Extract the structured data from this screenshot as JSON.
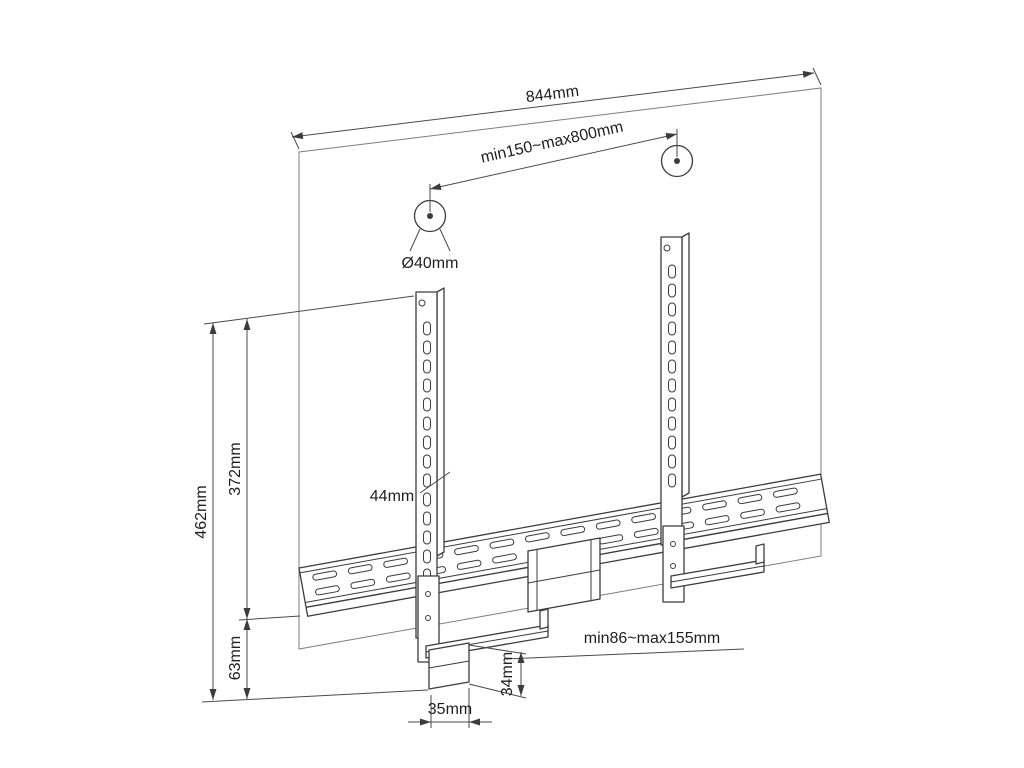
{
  "diagram": {
    "colors": {
      "background": "#ffffff",
      "part_line": "#3c3c3c",
      "dimension_line": "#4a4a4a",
      "text": "#1f1f1f"
    },
    "labels": {
      "total_width": "844mm",
      "anchor_span_range": "min150~max800mm",
      "anchor_diameter": "Ø40mm",
      "total_height": "462mm",
      "arm_height": "372mm",
      "rail_height": "63mm",
      "arm_width": "44mm",
      "clamp_range": "min86~max155mm",
      "clip_width": "35mm",
      "clip_depth": "34mm"
    }
  }
}
